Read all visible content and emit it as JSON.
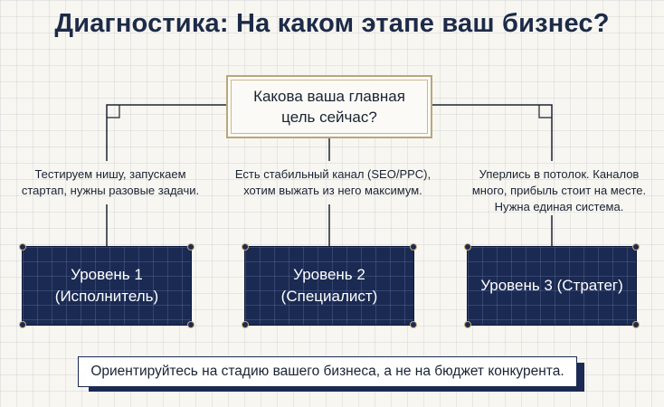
{
  "title": "Диагностика: На каком этапе ваш бизнес?",
  "question": "Какова ваша главная цель сейчас?",
  "branches": [
    {
      "condition": "Тестируем нишу, запускаем стартап, нужны разовые задачи.",
      "level": "Уровень 1 (Исполнитель)"
    },
    {
      "condition": "Есть стабильный канал (SEO/PPC), хотим выжать из него максимум.",
      "level": "Уровень 2 (Специалист)"
    },
    {
      "condition": "Уперлись в потолок. Каналов много, прибыль стоит на месте. Нужна единая система.",
      "level": "Уровень 3 (Стратег)"
    }
  ],
  "footer": "Ориентируйтесь на стадию вашего бизнеса, а не на бюджет конкурента.",
  "colors": {
    "navy": "#1b2a52",
    "gold": "#c9ad73",
    "background": "#f7f6f1"
  }
}
